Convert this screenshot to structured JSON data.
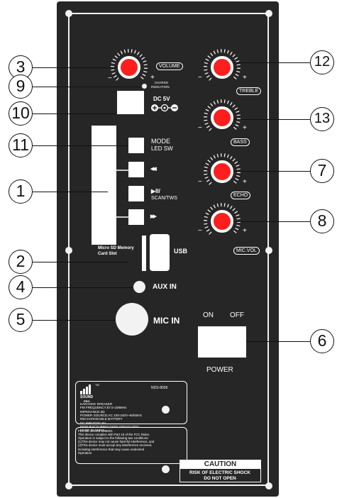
{
  "callouts": [
    "3",
    "9",
    "10",
    "11",
    "1",
    "2",
    "4",
    "5",
    "12",
    "13",
    "7",
    "8",
    "6"
  ],
  "labels": {
    "volume": "VOLUME",
    "charge_line1": "CHARGE",
    "charge_line2": "INDICATION",
    "dc5v": "DC 5V",
    "mode": "MODE",
    "led_sw": "LED SW",
    "prev_sym": "◀◀",
    "play_sym": "▶II/",
    "scan_tws": "SCAN/TWS",
    "next_sym": "▶▶",
    "sd_line1": "Micro SD Memory",
    "sd_line2": "Card Slot",
    "usb": "USB",
    "aux_in": "AUX IN",
    "mic_in": "MIC IN",
    "treble": "TREBLE",
    "bass": "BASS",
    "echo": "ECHO",
    "mic_vol": "MIC.VOL",
    "on": "ON",
    "off": "OFF",
    "power": "POWER",
    "minus": "−",
    "plus": "+"
  },
  "info": {
    "brand_line1": "SOUND",
    "brand_line2": "PRO",
    "tm": "TM",
    "model": "NDS-8006",
    "lines": [
      "KARAOKE SPEAKER",
      "FM FREQUENCY:87.5-108MHz",
      "IMPEDANCE:3Ω",
      "POWER SOURCE:AC 100-240V~50/60Hz",
      "RECHARGEABLE BATTERY",
      "DC INPUT:DC 5V",
      "MANUFACTURING DATE:4202-01-2021",
      "MADE IN CHINA"
    ]
  },
  "fcc": {
    "lines": [
      "FCC ID: 2AHPZ-CH8001",
      "This device complies with Part 15 of the FCC Rules.",
      "Operation is subject to the following two conditions:",
      "(1)This device may not cause harmful interference, and",
      "(2)This device must accept any interference received,",
      "     including interference that may cause undesired",
      "     Operation"
    ]
  },
  "caution": {
    "title": "CAUTION",
    "line1": "RISK OF ELECTRIC SHOCK",
    "line2": "DO NOT OPEN"
  },
  "colors": {
    "panel": "#262626",
    "knob": "#ff1e1e",
    "line": "#ffffff"
  }
}
